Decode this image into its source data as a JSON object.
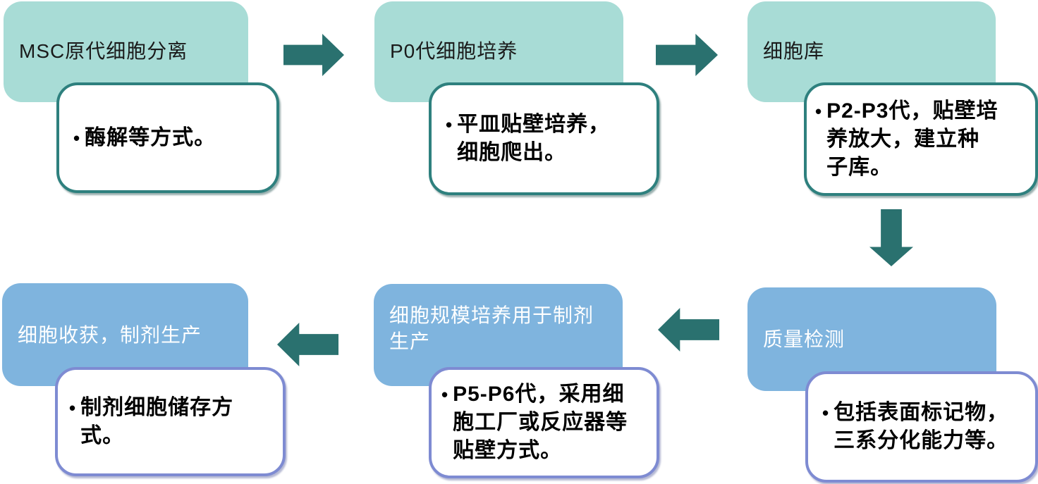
{
  "diagram": {
    "bullet": "•",
    "steps": [
      {
        "title": "MSC原代细胞分离",
        "detail": "酶解等方式。"
      },
      {
        "title": "P0代细胞培养",
        "detail": "平皿贴壁培养，\n细胞爬出。"
      },
      {
        "title": "细胞库",
        "detail": "P2-P3代，贴壁培\n养放大，建立种\n子库。"
      },
      {
        "title": "质量检测",
        "detail": "包括表面标记物，\n三系分化能力等。"
      },
      {
        "title": "细胞规模培养用于制剂\n生产",
        "detail": "P5-P6代，采用细\n胞工厂或反应器等\n贴壁方式。"
      },
      {
        "title": "细胞收获，制剂生产",
        "detail": "制剂细胞储存方式。"
      }
    ],
    "colors": {
      "top_box_fill": "#A8DCD6",
      "bottom_box_fill": "#7FB4DE",
      "arrow_fill": "#2A716F",
      "top_callout_border": "#2E807E",
      "bottom_callout_border": "#7E8BD2",
      "top_title_text": "#1A1A1A",
      "bottom_title_text": "#FFFFFF",
      "detail_text": "#000000"
    }
  }
}
